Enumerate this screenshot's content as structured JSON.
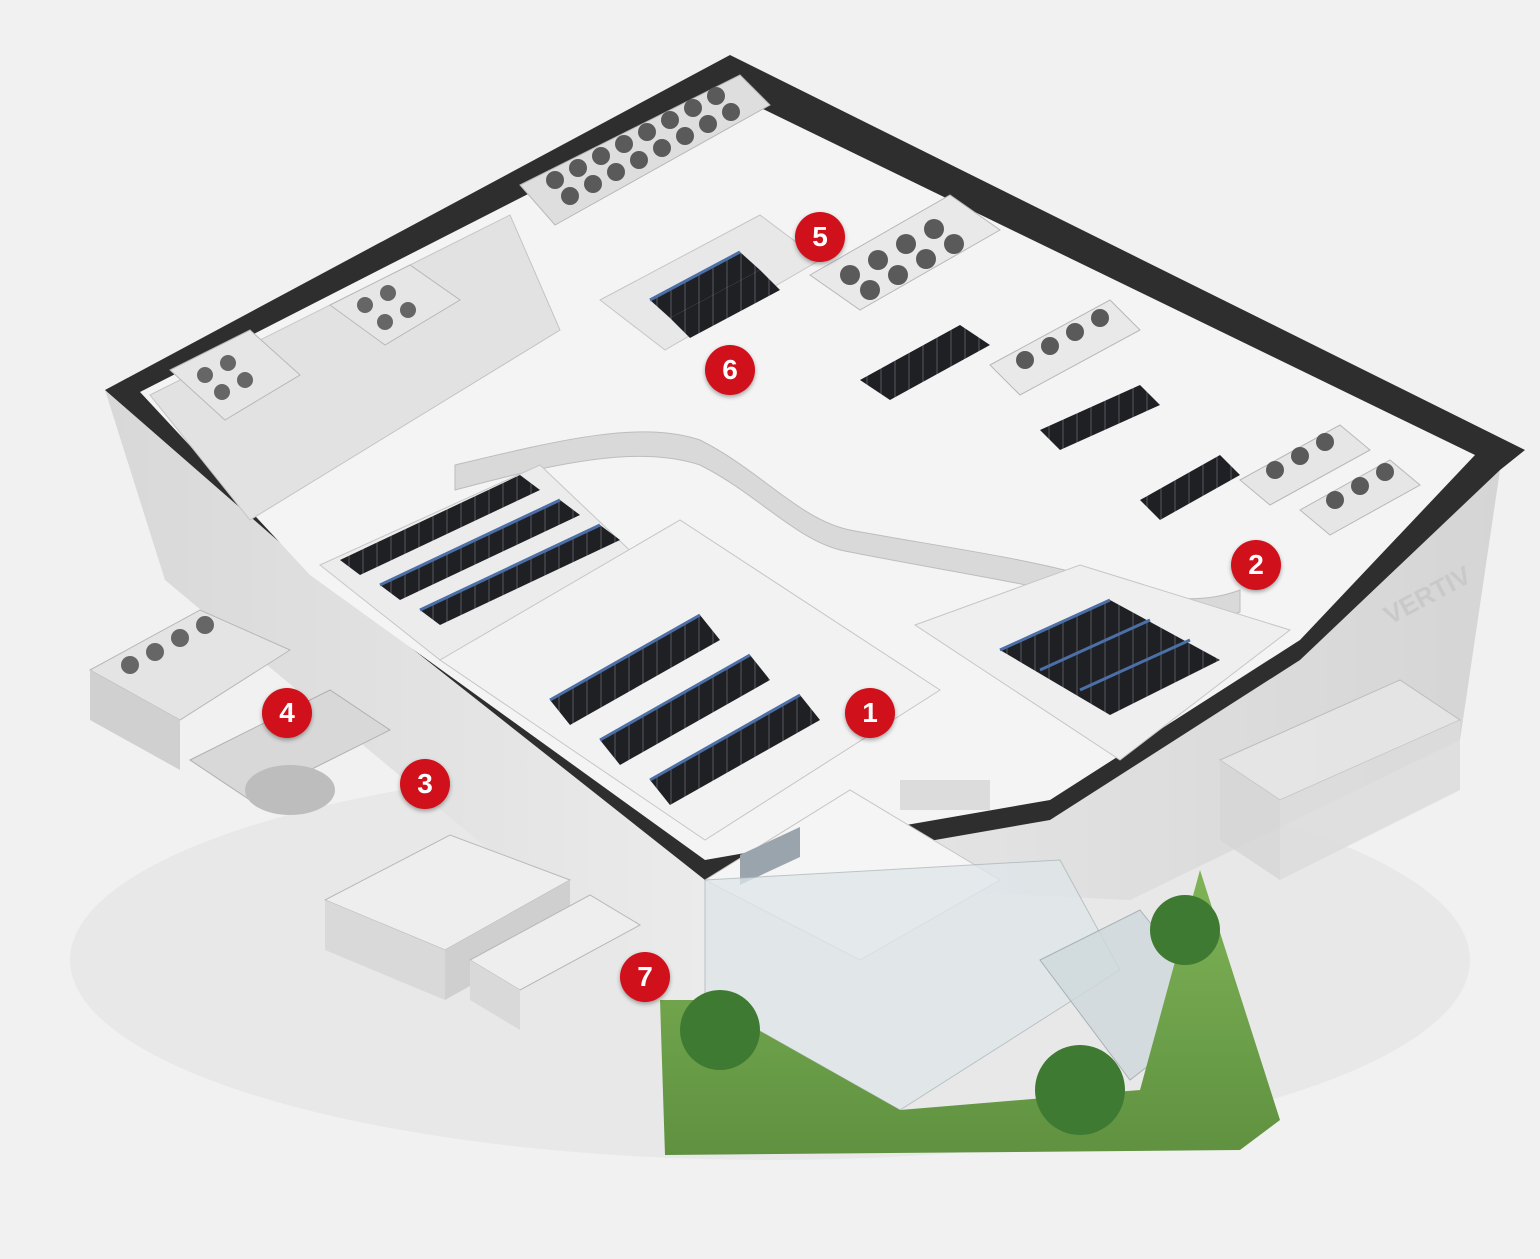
{
  "markers": [
    {
      "id": "1",
      "label": "1"
    },
    {
      "id": "2",
      "label": "2"
    },
    {
      "id": "3",
      "label": "3"
    },
    {
      "id": "4",
      "label": "4"
    },
    {
      "id": "5",
      "label": "5"
    },
    {
      "id": "6",
      "label": "6"
    },
    {
      "id": "7",
      "label": "7"
    }
  ],
  "brand": {
    "wall_logo_text": "VERTIV"
  },
  "colors": {
    "marker_fill": "#d0101a",
    "marker_text": "#ffffff",
    "background": "#f1f1f1",
    "roof_edge": "#2e2e2e",
    "walls": "#e4e4e4",
    "floor": "#f6f6f6",
    "racks": "#1f2024",
    "rack_accent": "#4b6fa6",
    "lawn": "#6ea047"
  },
  "icons": [
    "server-rack",
    "condenser-fan",
    "chiller-unit",
    "generator-container",
    "tree",
    "glass-entrance"
  ]
}
